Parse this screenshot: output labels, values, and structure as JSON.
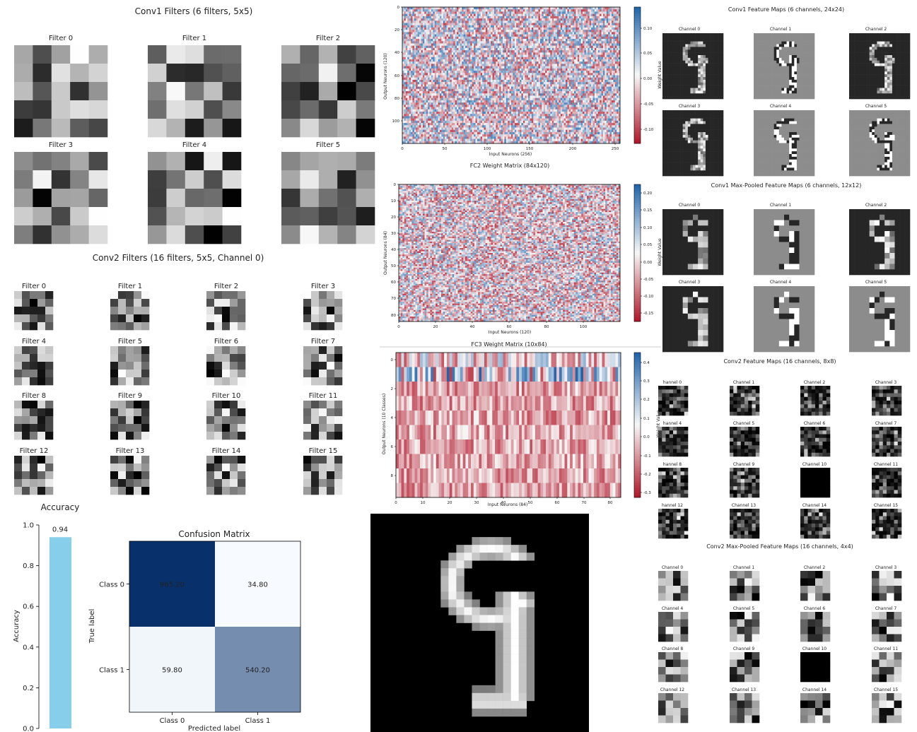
{
  "colors": {
    "light_blue_bar": "#87CEEB",
    "cm_dark": "#08306b",
    "cm_mid": "#539ecd",
    "cm_light": "#eef4fb",
    "rdbu_neg": "#b2182b",
    "rdbu_pos": "#2166ac"
  },
  "conv1_filters": {
    "title": "Conv1 Filters (6 filters, 5x5)",
    "labels": [
      "Filter 0",
      "Filter 1",
      "Filter 2",
      "Filter 3",
      "Filter 4",
      "Filter 5"
    ]
  },
  "conv2_filters": {
    "title": "Conv2 Filters (16 filters, 5x5, Channel 0)",
    "labels": [
      "Filter 0",
      "Filter 1",
      "Filter 2",
      "Filter 3",
      "Filter 4",
      "Filter 5",
      "Filter 6",
      "Filter 7",
      "Filter 8",
      "Filter 9",
      "Filter 10",
      "Filter 11",
      "Filter 12",
      "Filter 13",
      "Filter 14",
      "Filter 15"
    ]
  },
  "fc1": {
    "ylabel": "Output Neurons (120)",
    "xlabel": "Input Neurons (256)",
    "cbar_label": "Weight Value",
    "yticks": [
      "0",
      "20",
      "40",
      "60",
      "80",
      "100"
    ],
    "xticks": [
      "0",
      "50",
      "100",
      "150",
      "200",
      "250"
    ],
    "cbar_ticks": [
      "0.10",
      "0.05",
      "0.00",
      "-0.05",
      "-0.10"
    ]
  },
  "fc2": {
    "title": "FC2 Weight Matrix (84x120)",
    "ylabel": "Output Neurons (84)",
    "xlabel": "Input Neurons (120)",
    "cbar_label": "Weight Value",
    "yticks": [
      "0",
      "10",
      "20",
      "30",
      "40",
      "50",
      "60",
      "70",
      "80"
    ],
    "xticks": [
      "0",
      "20",
      "40",
      "60",
      "80",
      "100"
    ],
    "cbar_ticks": [
      "0.20",
      "0.15",
      "0.10",
      "0.05",
      "0.00",
      "-0.05",
      "-0.10",
      "-0.15"
    ]
  },
  "fc3": {
    "title": "FC3 Weight Matrix (10x84)",
    "ylabel": "Output Neurons (10 Classes)",
    "xlabel": "Input Neurons (84)",
    "cbar_label": "Weight Value",
    "yticks": [
      "0",
      "2",
      "4",
      "6",
      "8"
    ],
    "xticks": [
      "0",
      "10",
      "20",
      "30",
      "40",
      "50",
      "60",
      "70",
      "80"
    ],
    "cbar_ticks": [
      "0.4",
      "0.3",
      "0.2",
      "0.1",
      "0.0",
      "-0.1",
      "-0.2",
      "-0.3"
    ]
  },
  "conv1_maps": {
    "title": "Conv1 Feature Maps (6 channels, 24x24)",
    "labels": [
      "Channel 0",
      "Channel 1",
      "Channel 2",
      "Channel 3",
      "Channel 4",
      "Channel 5"
    ]
  },
  "conv1_pooled": {
    "title": "Conv1 Max-Pooled Feature Maps (6 channels, 12x12)",
    "labels": [
      "Channel 0",
      "Channel 1",
      "Channel 2",
      "Channel 3",
      "Channel 4",
      "Channel 5"
    ]
  },
  "conv2_maps": {
    "title": "Conv2 Feature Maps (16 channels, 8x8)",
    "labels": [
      "hannel 0",
      "Channel 1",
      "Channel 2",
      "Channel 3",
      "hannel 4",
      "Channel 5",
      "Channel 6",
      "Channel 7",
      "hannel 8",
      "Channel 9",
      "Channel 10",
      "Channel 11",
      "hannel 12",
      "Channel 13",
      "Channel 14",
      "Channel 15"
    ]
  },
  "conv2_pooled": {
    "title": "Conv2 Max-Pooled Feature Maps (16 channels, 4x4)",
    "labels": [
      "Channel 0",
      "Channel 1",
      "Channel 2",
      "Channel 3",
      "Channel 4",
      "Channel 5",
      "Channel 6",
      "Channel 7",
      "Channel 8",
      "Channel 9",
      "Channel 10",
      "Channel 11",
      "Channel 12",
      "Channel 13",
      "Channel 14",
      "Channel 15"
    ]
  },
  "chart_data": [
    {
      "type": "bar",
      "title": "Accuracy",
      "categories": [
        ""
      ],
      "values": [
        0.94
      ],
      "value_label": "0.94",
      "ylabel": "Accuracy",
      "ylim": [
        0,
        1.0
      ],
      "yticks": [
        "0.0",
        "0.2",
        "0.4",
        "0.6",
        "0.8",
        "1.0"
      ],
      "color": "#87CEEB"
    },
    {
      "type": "heatmap",
      "title": "Confusion Matrix",
      "xlabel": "Predicted label",
      "ylabel": "True label",
      "row_labels": [
        "Class 0",
        "Class 1"
      ],
      "col_labels": [
        "Class 0",
        "Class 1"
      ],
      "values": [
        [
          965.2,
          34.8
        ],
        [
          59.8,
          540.2
        ]
      ],
      "value_labels": [
        [
          "965.20",
          "34.80"
        ],
        [
          "59.80",
          "540.20"
        ]
      ],
      "colormap": "Blues"
    }
  ]
}
